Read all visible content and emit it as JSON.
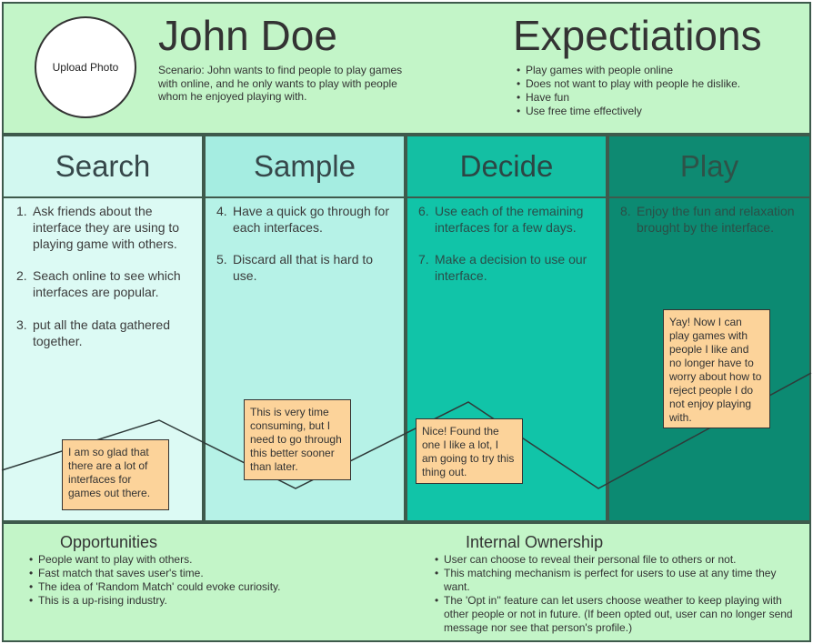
{
  "persona": {
    "photo_label": "Upload Photo",
    "name": "John Doe",
    "scenario": "Scenario: John wants to find people to play games with online, and he only wants to play with people whom he enjoyed playing with."
  },
  "expectations": {
    "title": "Expectiations",
    "items": [
      "Play games with people online",
      "Does not want to play with people he dislike.",
      "Have fun",
      "Use free time effectively"
    ]
  },
  "stages": [
    {
      "title": "Search",
      "steps": [
        {
          "num": "1.",
          "text": "Ask friends about the interface they are using to playing game with others."
        },
        {
          "num": "2.",
          "text": "Seach online to see which interfaces are   popular."
        },
        {
          "num": "3.",
          "text": "put all the data gathered together."
        }
      ],
      "note": "I am so glad that there are a lot of interfaces for games out there."
    },
    {
      "title": "Sample",
      "steps": [
        {
          "num": "4.",
          "text": "Have a quick go through for each interfaces."
        },
        {
          "num": "5.",
          "text": "Discard all that is hard to use."
        }
      ],
      "note": "This is very time consuming, but I need to go through this better sooner than later."
    },
    {
      "title": "Decide",
      "steps": [
        {
          "num": "6.",
          "text": "Use each of the remaining interfaces for a few days."
        },
        {
          "num": "7.",
          "text": "Make a decision to use our interface."
        }
      ],
      "note": "Nice! Found the one I like a lot, I am going to try this thing out."
    },
    {
      "title": "Play",
      "steps": [
        {
          "num": "8.",
          "text": "Enjoy the fun and relaxation brought by the interface."
        }
      ],
      "note": "Yay! Now I can play games with people I like and no longer have to worry about how to reject people I do not enjoy playing with."
    }
  ],
  "opportunities": {
    "title": "Opportunities",
    "items": [
      "People want to play with others.",
      "Fast match that saves user's time.",
      "The idea of 'Random Match' could evoke curiosity.",
      "This is a up-rising industry."
    ]
  },
  "ownership": {
    "title": "Internal Ownership",
    "items": [
      "User can choose to reveal their personal file to others or not.",
      "This matching mechanism is perfect for users to use at any time they want.",
      "The 'Opt in'' feature can let users choose weather to keep playing with other people or not in future. (If been opted out, user can no longer send message nor see that person's profile.)"
    ]
  },
  "colors": {
    "header_bg": "#c3f5c8",
    "search": "#dcfaf4",
    "sample": "#b6f2e7",
    "decide": "#11c4a8",
    "play": "#0c8a72",
    "note_bg": "#fcd39a",
    "border": "#3e5a4c"
  }
}
